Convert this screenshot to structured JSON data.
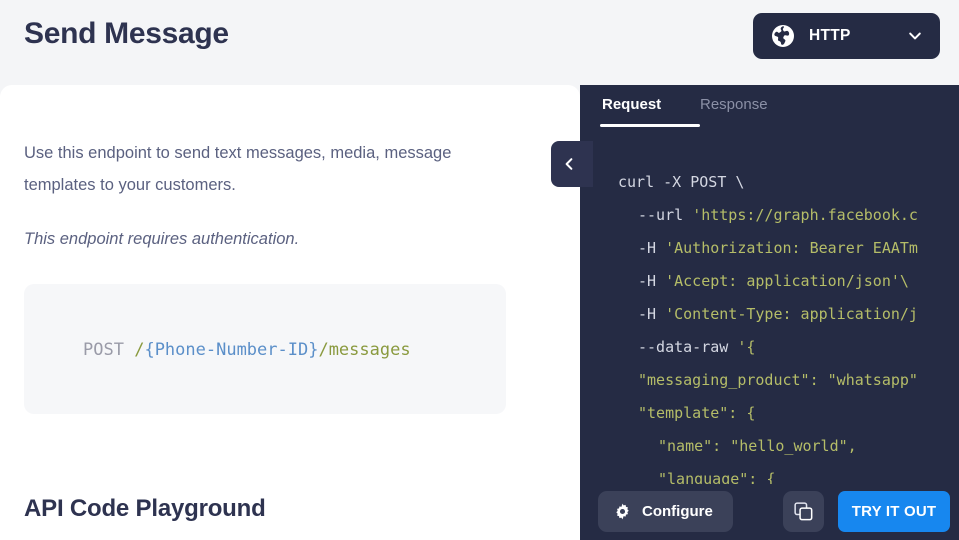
{
  "header": {
    "title": "Send Message",
    "http_selector": {
      "label": "HTTP",
      "icon": "globe-icon",
      "chevron": "chevron-down-icon"
    }
  },
  "doc": {
    "description": "Use this endpoint to send text messages, media, message templates to your customers.",
    "auth_note": "This endpoint requires authentication.",
    "endpoint": {
      "method": "POST",
      "path_prefix": "/",
      "path_param": "{Phone-Number-ID}",
      "path_suffix": "/messages"
    },
    "section_heading": "API Code Playground"
  },
  "panel": {
    "tabs": [
      {
        "label": "Request",
        "active": true
      },
      {
        "label": "Response",
        "active": false
      }
    ],
    "collapse_icon": "chevron-left-icon",
    "code": {
      "language": "curl",
      "lines": [
        {
          "indent": 0,
          "text": "curl -X POST \\",
          "type": "cmd"
        },
        {
          "indent": 1,
          "text": "--url 'https://graph.facebook.c",
          "type": "mixed"
        },
        {
          "indent": 1,
          "text": "-H 'Authorization: Bearer EAATm",
          "type": "mixed"
        },
        {
          "indent": 1,
          "text": "-H 'Accept: application/json'\\",
          "type": "mixed"
        },
        {
          "indent": 1,
          "text": "-H 'Content-Type: application/j",
          "type": "mixed"
        },
        {
          "indent": 1,
          "text": "--data-raw '{",
          "type": "mixed"
        },
        {
          "indent": 1,
          "text": "\"messaging_product\": \"whatsapp\"",
          "type": "str"
        },
        {
          "indent": 1,
          "text": "\"template\": {",
          "type": "str"
        },
        {
          "indent": 2,
          "text": "\"name\": \"hello_world\",",
          "type": "str"
        },
        {
          "indent": 2,
          "text": "\"language\": {",
          "type": "str"
        }
      ]
    },
    "actions": {
      "configure_label": "Configure",
      "configure_icon": "gear-icon",
      "copy_icon": "copy-icon",
      "tryout_label": "TRY IT OUT"
    }
  },
  "colors": {
    "accent_blue": "#1787ef",
    "panel_dark": "#252b44",
    "heading": "#2e3350",
    "body_text": "#5b6180",
    "code_string": "#b5bd68",
    "code_command": "#d4d7e2",
    "code_param": "#5b8fc9",
    "code_path": "#8a9a3f"
  }
}
